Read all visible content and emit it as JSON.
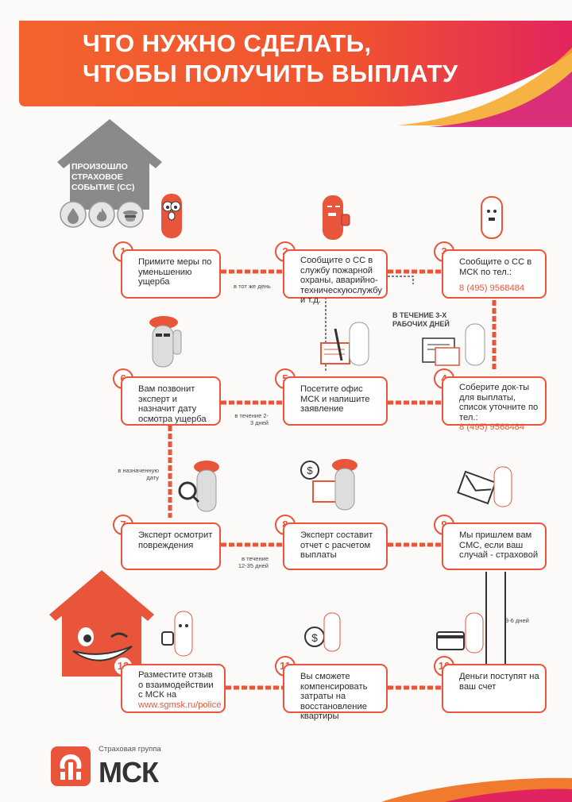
{
  "header": {
    "title_line1": "ЧТО НУЖНО СДЕЛАТЬ,",
    "title_line2": "ЧТОБЫ ПОЛУЧИТЬ ВЫПЛАТУ"
  },
  "start": {
    "house_label": "ПРОИЗОШЛО СТРАХОВОЕ СОБЫТИЕ (СС)",
    "icons": [
      "water-drop-icon",
      "fire-icon",
      "burglar-icon"
    ]
  },
  "steps": [
    {
      "num": "1",
      "text": "Примите меры по уменьшению ущерба"
    },
    {
      "num": "2",
      "text": "Сообщите о СС в службу пожарной охраны, аварийно-техническуюслужбу и т.д."
    },
    {
      "num": "3",
      "text": "Сообщите о СС в МСК по тел.:",
      "phone": "8 (495) 9568484"
    },
    {
      "num": "4",
      "text": "Соберите док-ты для выплаты, список уточните по тел.:",
      "phone": "8 (495) 9568484"
    },
    {
      "num": "5",
      "text": "Посетите офис МСК и напишите заявление"
    },
    {
      "num": "6",
      "text": "Вам позвонит эксперт и назначит дату осмотра ущерба"
    },
    {
      "num": "7",
      "text": "Эксперт осмотрит повреждения"
    },
    {
      "num": "8",
      "text": "Эксперт составит отчет с расчетом выплаты"
    },
    {
      "num": "9",
      "text": "Мы пришлем вам СМС, если ваш случай - страховой"
    },
    {
      "num": "10",
      "text": "Деньги поступят на ваш счет"
    },
    {
      "num": "11",
      "text": "Вы сможете компенсировать затраты на восстановление квартиры"
    },
    {
      "num": "12",
      "text": "Разместите отзыв о взаимодействии с МСК на",
      "link": "www.sgmsk.ru/police"
    }
  ],
  "notes": {
    "same_day": "в тот же день",
    "within_3_days": "В ТЕЧЕНИЕ 3-Х РАБОЧИХ ДНЕЙ",
    "within_2_3_days": "в течение 2-3 дней",
    "on_appointed_date": "в назначенную дату",
    "within_12_35_days": "в течение 12-35 дней",
    "days_3_6": "3-6 дней"
  },
  "logo": {
    "subtitle": "Страховая группа",
    "name": "МСК"
  },
  "colors": {
    "accent": "#e8553a",
    "banner_orange": "#f07a2e",
    "banner_magenta": "#e0245f",
    "gray_house": "#8a8a8a"
  }
}
